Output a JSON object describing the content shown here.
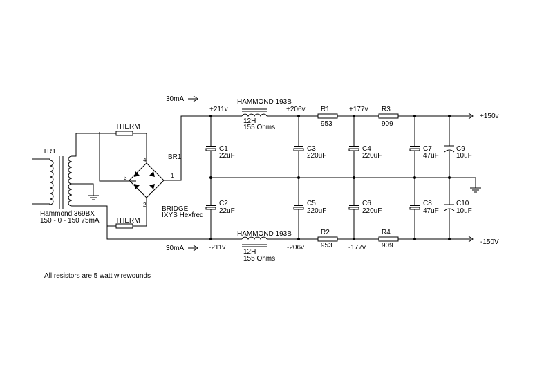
{
  "transformer": {
    "ref": "TR1",
    "model": "Hammond 369BX",
    "rating": "150 - 0 - 150 75mA"
  },
  "thermistors": {
    "top": "THERM",
    "bottom": "THERM"
  },
  "bridge": {
    "ref": "BR1",
    "line1": "BRIDGE",
    "line2": "IXYS Hexfred",
    "pin1": "1",
    "pin2": "2",
    "pin3": "3",
    "pin4": "4"
  },
  "current": {
    "top": "30mA",
    "bottom": "30mA"
  },
  "chokes": {
    "top": {
      "model": "HAMMOND 193B",
      "inductance": "12H",
      "resistance": "155 Ohms"
    },
    "bottom": {
      "model": "HAMMOND 193B",
      "inductance": "12H",
      "resistance": "155 Ohms"
    }
  },
  "voltages": {
    "top": [
      "+211v",
      "+206v",
      "+177v",
      "+150v"
    ],
    "bottom": [
      "-211v",
      "-206v",
      "-177v",
      "-150V"
    ]
  },
  "resistors": {
    "R1": {
      "ref": "R1",
      "value": "953"
    },
    "R2": {
      "ref": "R2",
      "value": "953"
    },
    "R3": {
      "ref": "R3",
      "value": "909"
    },
    "R4": {
      "ref": "R4",
      "value": "909"
    }
  },
  "capacitors": {
    "C1": {
      "ref": "C1",
      "value": "22uF"
    },
    "C2": {
      "ref": "C2",
      "value": "22uF"
    },
    "C3": {
      "ref": "C3",
      "value": "220uF"
    },
    "C4": {
      "ref": "C4",
      "value": "220uF"
    },
    "C5": {
      "ref": "C5",
      "value": "220uF"
    },
    "C6": {
      "ref": "C6",
      "value": "220uF"
    },
    "C7": {
      "ref": "C7",
      "value": "47uF"
    },
    "C8": {
      "ref": "C8",
      "value": "47uF"
    },
    "C9": {
      "ref": "C9",
      "value": "10uF"
    },
    "C10": {
      "ref": "C10",
      "value": "10uF"
    }
  },
  "note": "All resistors are 5 watt wirewounds"
}
